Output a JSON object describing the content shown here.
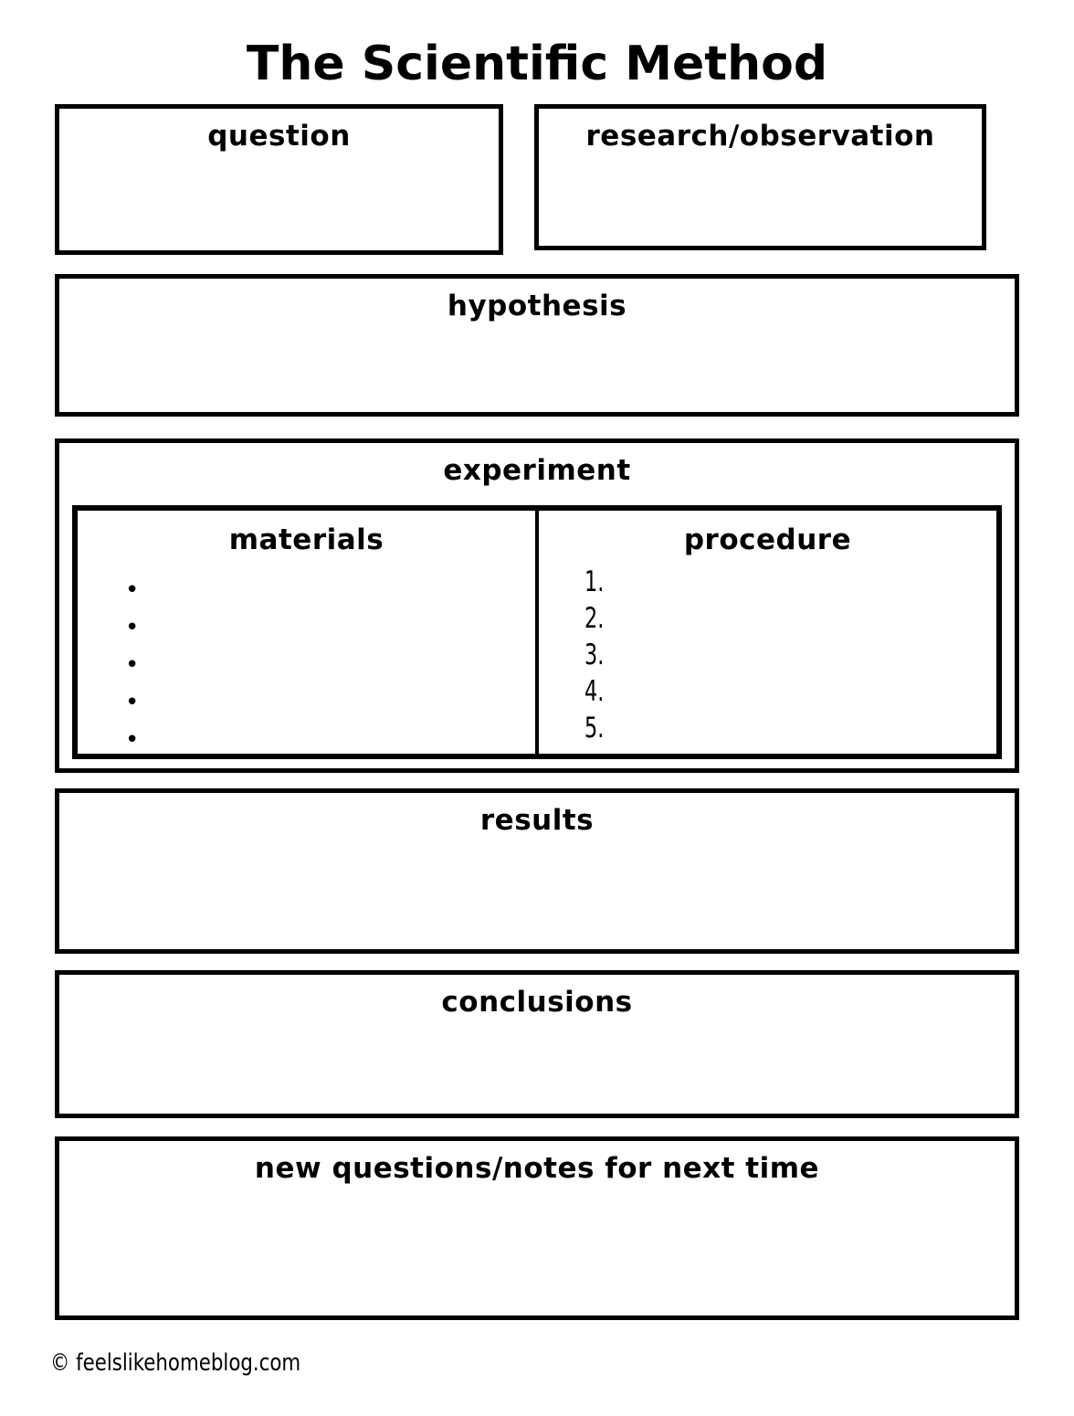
{
  "page": {
    "title": "The Scientific Method",
    "footer": "© feelslikehomeblog.com"
  },
  "sections": {
    "question": {
      "label": "question"
    },
    "research_observation": {
      "label": "research/observation"
    },
    "hypothesis": {
      "label": "hypothesis"
    },
    "experiment": {
      "label": "experiment",
      "materials": {
        "label": "materials",
        "bullets": [
          "•",
          "•",
          "•",
          "•",
          "•"
        ]
      },
      "procedure": {
        "label": "procedure",
        "numbers": [
          "1.",
          "2.",
          "3.",
          "4.",
          "5."
        ]
      }
    },
    "results": {
      "label": "results"
    },
    "conclusions": {
      "label": "conclusions"
    },
    "new_questions": {
      "label": "new questions/notes for next time"
    }
  }
}
